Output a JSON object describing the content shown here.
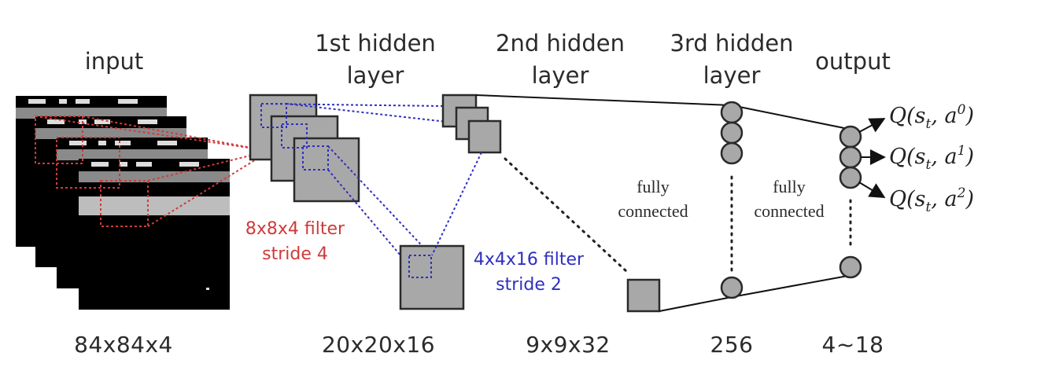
{
  "layers": {
    "input": {
      "title": "input",
      "dims": "84x84x4"
    },
    "hidden1": {
      "title_line1": "1st hidden",
      "title_line2": "layer",
      "dims": "20x20x16"
    },
    "hidden2": {
      "title_line1": "2nd hidden",
      "title_line2": "layer",
      "dims": "9x9x32"
    },
    "hidden3": {
      "title_line1": "3rd hidden",
      "title_line2": "layer",
      "dims": "256"
    },
    "output": {
      "title": "output",
      "dims": "4~18"
    }
  },
  "filters": {
    "conv1": {
      "line1": "8x8x4 filter",
      "line2": "stride 4",
      "color": "#d03a3a"
    },
    "conv2": {
      "line1": "4x4x16 filter",
      "line2": "stride 2",
      "color": "#2f2fc0"
    }
  },
  "fully_connected": {
    "fc1": {
      "line1": "fully",
      "line2": "connected"
    },
    "fc2": {
      "line1": "fully",
      "line2": "connected"
    }
  },
  "outputs": [
    {
      "sup": "0"
    },
    {
      "sup": "1"
    },
    {
      "sup": "2"
    }
  ],
  "q_label": {
    "prefix": "Q(s",
    "sub": "t",
    "middle": ", a",
    "suffix": ")"
  }
}
